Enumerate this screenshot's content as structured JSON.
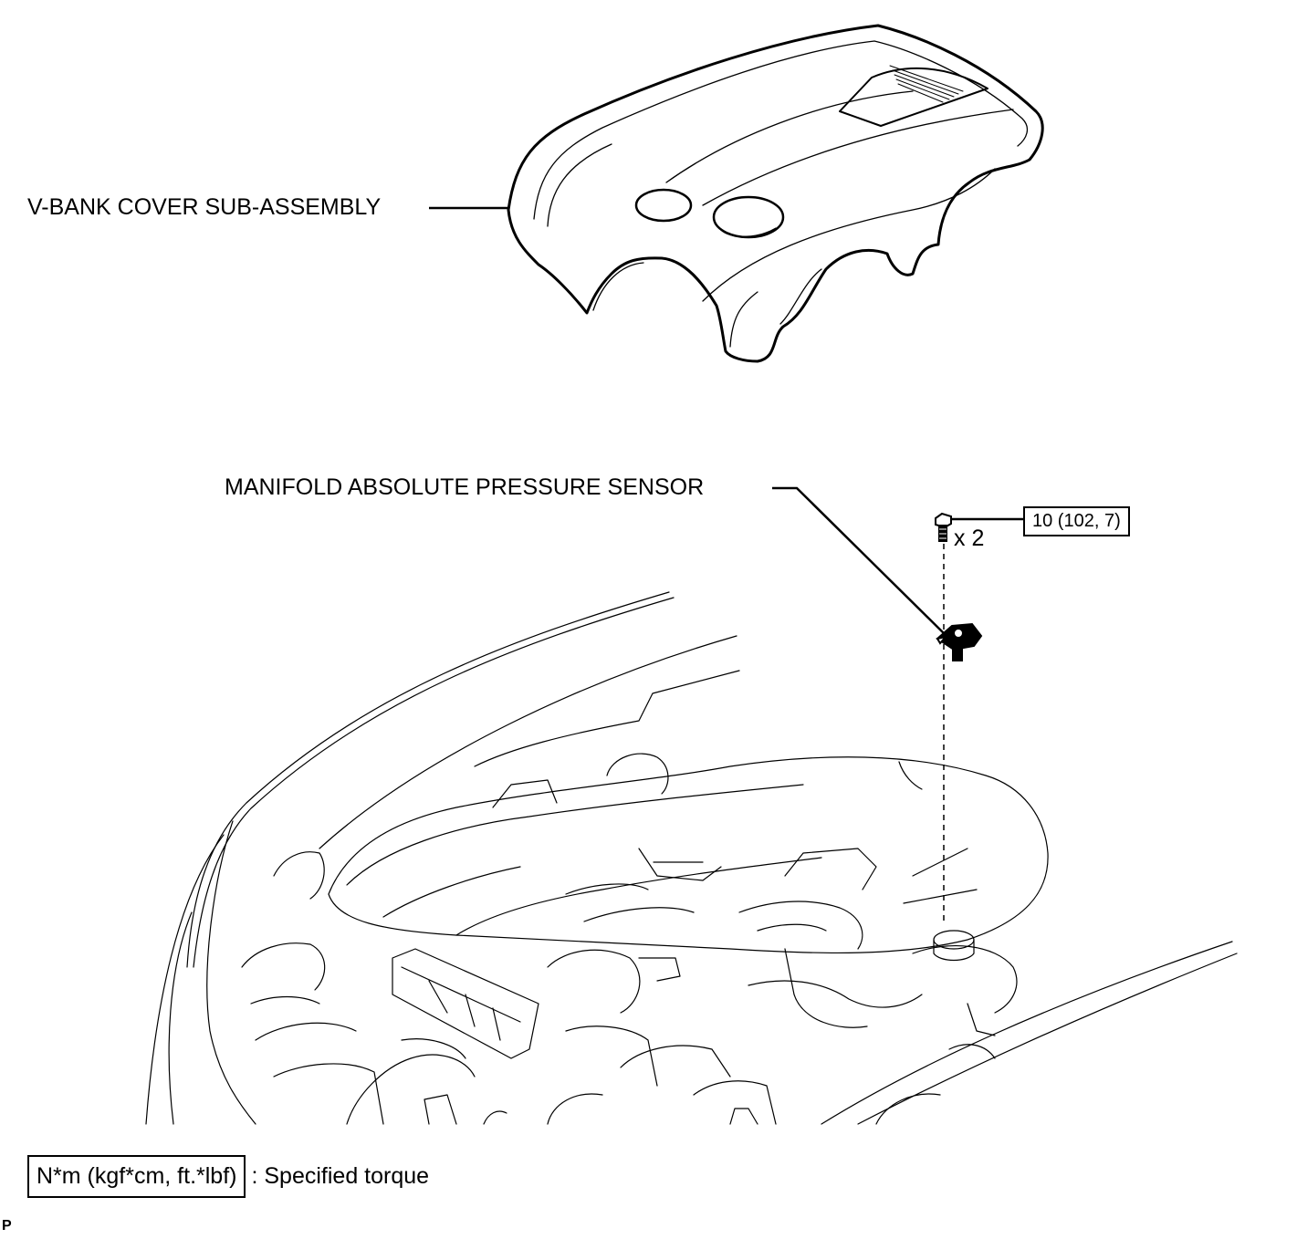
{
  "labels": {
    "vbank_cover": "V-BANK COVER SUB-ASSEMBLY",
    "map_sensor": "MANIFOLD ABSOLUTE PRESSURE SENSOR",
    "quantity": "x 2",
    "torque_value": "10 (102, 7)"
  },
  "legend": {
    "box_text": "N*m (kgf*cm, ft.*lbf)",
    "description": ": Specified torque"
  },
  "corner_mark": "P",
  "colors": {
    "line": "#000000",
    "background": "#ffffff"
  }
}
